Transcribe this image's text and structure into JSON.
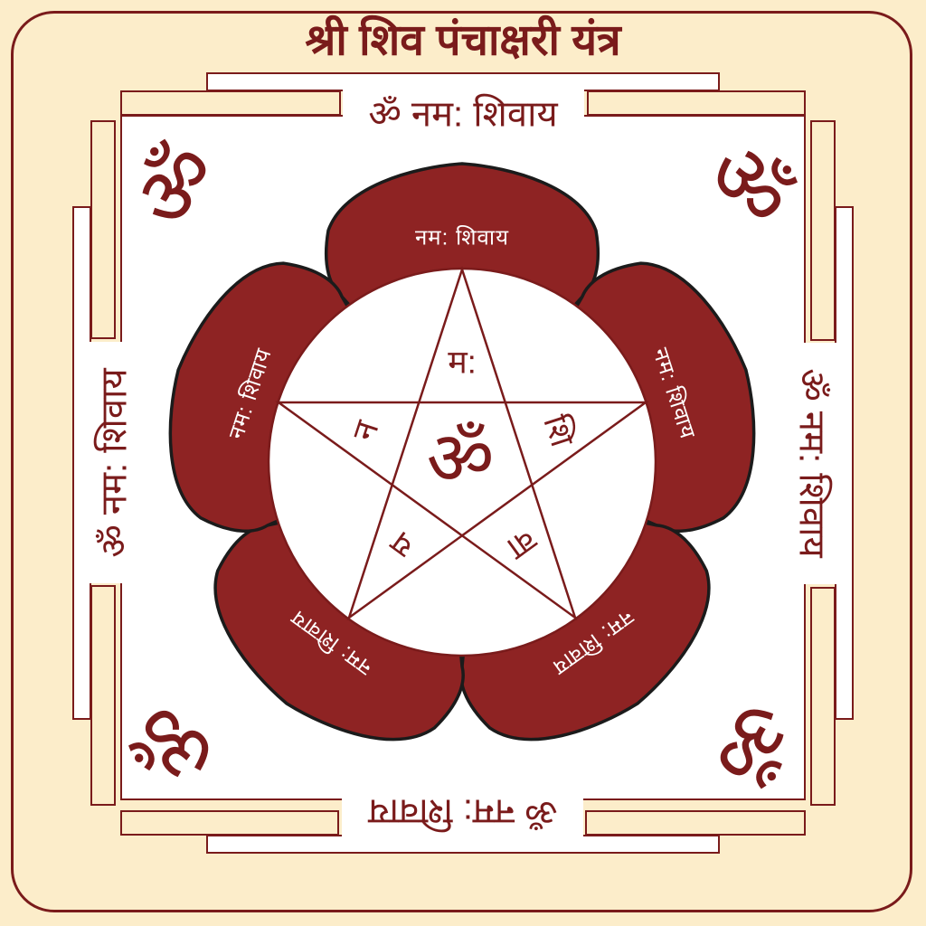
{
  "title": "श्री शिव पंचाक्षरी यंत्र",
  "mantra": {
    "full": "ॐ नम: शिवाय",
    "short": "नम: शिवाय",
    "om": "ॐ"
  },
  "syllables": {
    "na": "न",
    "ma": "म:",
    "shi": "शि",
    "va": "वा",
    "ya": "य"
  },
  "colors": {
    "background_cream": "#FCEDCA",
    "maroon": "#7A1B1B",
    "petal_red": "#8E2323",
    "petal_outline_black": "#1B1B1B",
    "field_white": "#FFFFFF"
  }
}
